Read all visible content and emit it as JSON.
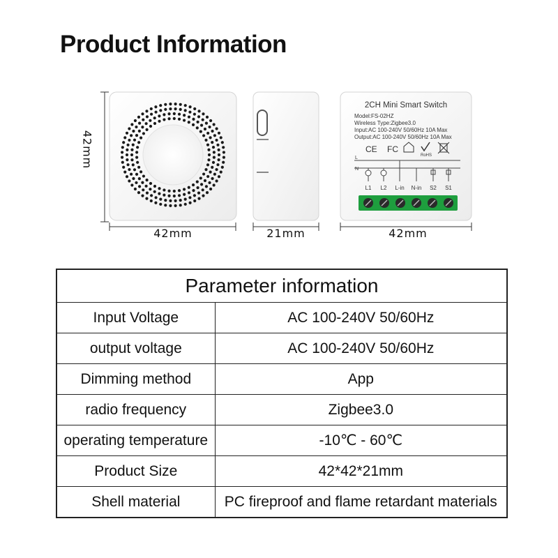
{
  "page": {
    "title": "Product Information"
  },
  "dimensions": {
    "height_label": "42mm",
    "front_width_label": "42mm",
    "side_width_label": "21mm",
    "back_width_label": "42mm"
  },
  "device_label": {
    "title": "2CH Mini Smart Switch",
    "model": "Model:FS-02HZ",
    "wireless": "Wireless Type:Zigbee3.0",
    "input": "Input:AC 100-240V 50/60Hz 10A Max",
    "output": "Output:AC 100-240V 50/60Hz 10A Max",
    "wire_l": "L",
    "wire_n": "N",
    "terminals": [
      "L1",
      "L2",
      "L-in",
      "N-in",
      "S2",
      "S1"
    ],
    "certifications": [
      "CE",
      "FC",
      "RoHS"
    ]
  },
  "table": {
    "header": "Parameter information",
    "rows": [
      {
        "label": "Input Voltage",
        "value": "AC 100-240V  50/60Hz"
      },
      {
        "label": "output voltage",
        "value": "AC 100-240V  50/60Hz"
      },
      {
        "label": "Dimming method",
        "value": "App"
      },
      {
        "label": "radio frequency",
        "value": "Zigbee3.0"
      },
      {
        "label": "operating temperature",
        "value": "-10℃ - 60℃"
      },
      {
        "label": "Product Size",
        "value": "42*42*21mm"
      },
      {
        "label": "Shell material",
        "value": "PC fireproof and flame retardant materials"
      }
    ]
  }
}
